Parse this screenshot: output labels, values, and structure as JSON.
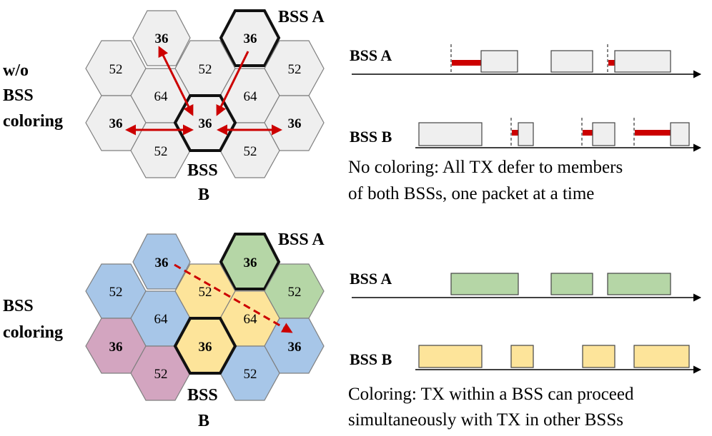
{
  "top": {
    "side_label_lines": [
      "w/o",
      "BSS",
      "coloring"
    ],
    "bss_a_label": "BSS A",
    "bss_b_label_lines": [
      "BSS",
      "B"
    ],
    "hex_labels": [
      "36",
      "36",
      "52",
      "52",
      "52",
      "64",
      "64",
      "36",
      "36",
      "36",
      "52",
      "52"
    ],
    "timeline": {
      "bss_a_label": "BSS A",
      "bss_b_label": "BSS B",
      "caption_lines": [
        "No coloring: All TX defer to members",
        "of both BSSs, one packet at a time"
      ]
    }
  },
  "bottom": {
    "side_label_lines": [
      "BSS",
      "coloring"
    ],
    "bss_a_label": "BSS A",
    "bss_b_label_lines": [
      "BSS",
      "B"
    ],
    "hex_labels": [
      "36",
      "36",
      "52",
      "52",
      "52",
      "64",
      "64",
      "36",
      "36",
      "36",
      "52",
      "52"
    ],
    "timeline": {
      "bss_a_label": "BSS A",
      "bss_b_label": "BSS B",
      "caption_lines": [
        "Coloring: TX within a BSS can proceed",
        "simultaneously with TX in other BSSs"
      ]
    }
  },
  "colors": {
    "gray_hex": "#efefef",
    "blue": "#a7c6e8",
    "green": "#b5d6a6",
    "yellow": "#fde49a",
    "pink": "#d3a5c0",
    "red": "#cc0000",
    "stroke": "#7f7f7f"
  }
}
